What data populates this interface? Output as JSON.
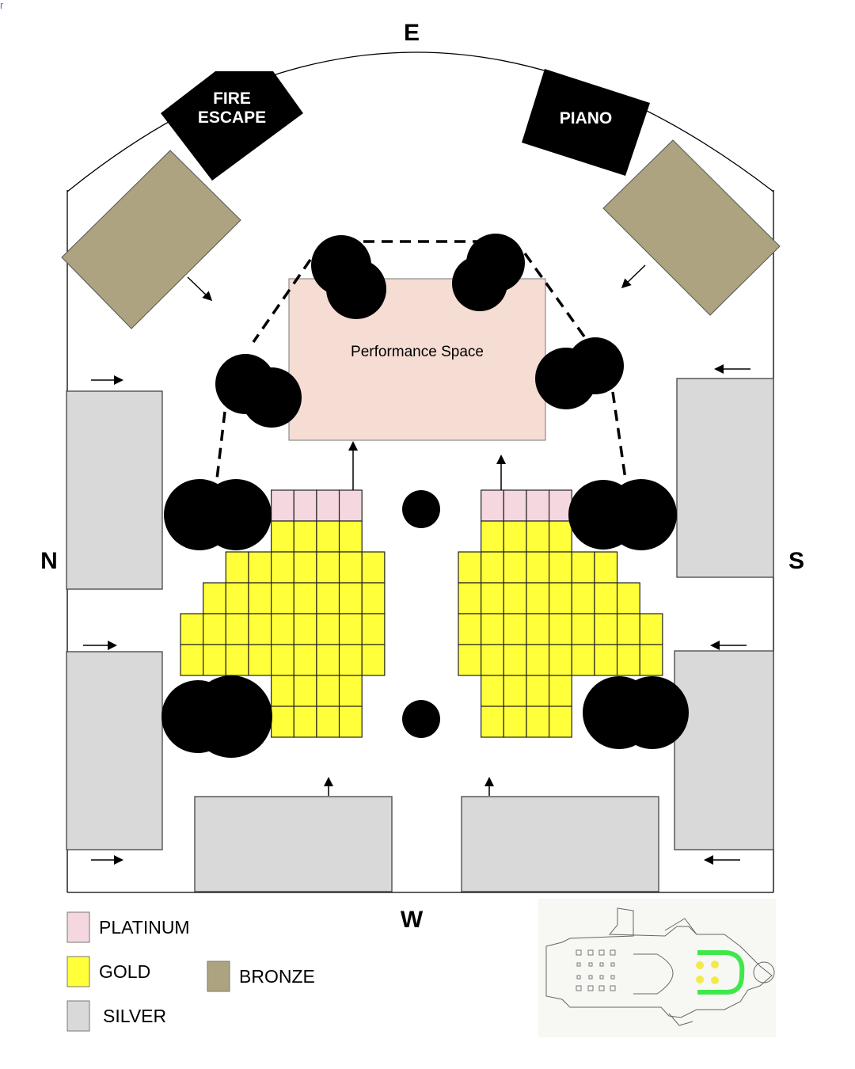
{
  "corner_mark": "r",
  "compass": {
    "north": "N",
    "south": "S",
    "east": "E",
    "west": "W"
  },
  "fixtures": {
    "fire_escape": [
      "FIRE",
      "ESCAPE"
    ],
    "piano": "PIANO",
    "stage": "Performance Space"
  },
  "tiers": {
    "platinum": {
      "label": "PLATINUM",
      "color": "#f5d7df"
    },
    "gold": {
      "label": "GOLD",
      "color": "#ffff3a"
    },
    "silver": {
      "label": "SILVER",
      "color": "#d9d9d9"
    },
    "bronze": {
      "label": "BRONZE",
      "color": "#ada380"
    }
  },
  "colors": {
    "stage": "#f6ddd3",
    "table": "#000000",
    "locator_highlight": "#3fe84a"
  }
}
